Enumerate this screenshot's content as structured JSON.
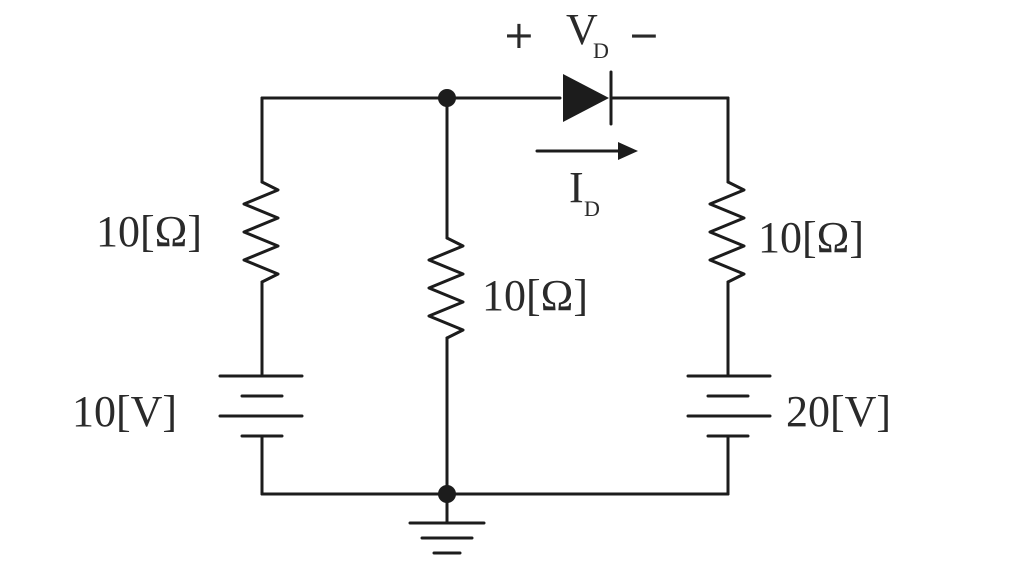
{
  "circuit": {
    "left_resistor": "10[Ω]",
    "middle_resistor": "10[Ω]",
    "right_resistor": "10[Ω]",
    "left_source": "10[V]",
    "right_source": "20[V]",
    "diode_voltage": {
      "plus": "+",
      "symbol": "V",
      "subscript": "D",
      "minus": "−"
    },
    "diode_current": {
      "symbol": "I",
      "subscript": "D"
    }
  }
}
